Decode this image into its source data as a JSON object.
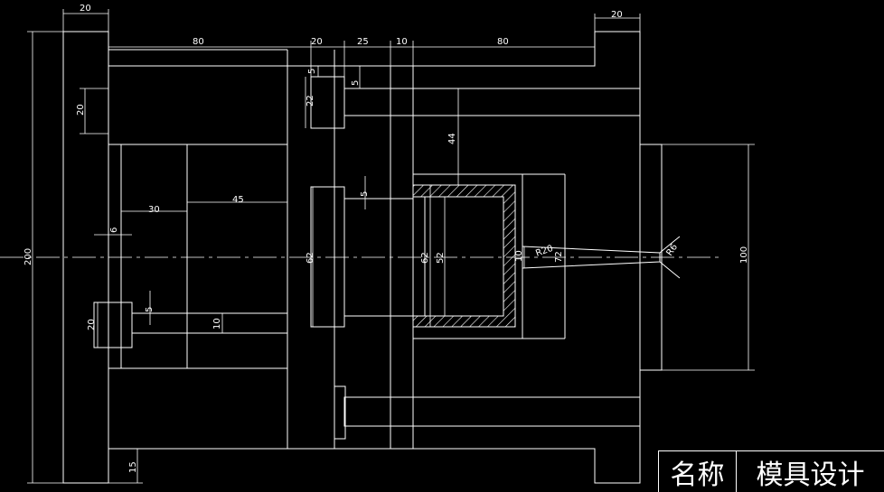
{
  "dimensions": {
    "top_left_20": "20",
    "top_right_20": "20",
    "top_80_left": "80",
    "top_20_mid": "20",
    "top_25": "25",
    "top_10": "10",
    "top_80_right": "80",
    "v_5_top": "5",
    "v_5_top_b": "5",
    "v_22": "22",
    "v_20_left": "20",
    "v_44": "44",
    "v_5_mid": "5",
    "h_30": "30",
    "h_45": "45",
    "v_6": "6",
    "v_200": "200",
    "v_62_left": "62",
    "v_62_mid": "62",
    "v_52": "52",
    "v_10_gate": "10",
    "r_20": "R20",
    "v_72": "72",
    "r_6": "R6",
    "v_100": "100",
    "v_20_pin": "20",
    "v_5_pin": "5",
    "v_10_pin": "10",
    "v_15_bottom": "15"
  },
  "title_block": {
    "label": "名称",
    "value": "模具设计"
  },
  "colors": {
    "background": "#000000",
    "lines": "#ffffff"
  }
}
